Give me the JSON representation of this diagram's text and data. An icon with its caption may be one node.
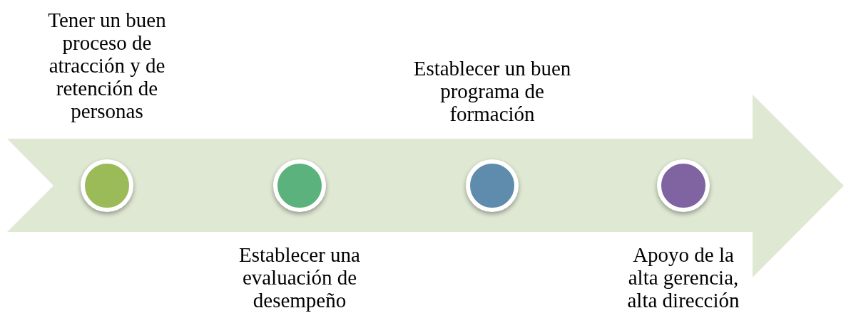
{
  "diagram": {
    "nodes": [
      {
        "text": [],
        "shape": "circle",
        "beside": [
          "Tener un buen proceso de atracción y de retención de personas"
        ]
      },
      {
        "text": [],
        "shape": "circle",
        "beside": [
          "Establecer una evaluación de desempeño"
        ]
      },
      {
        "text": [],
        "shape": "circle",
        "beside": [
          "Establecer un buen programa de formación"
        ]
      },
      {
        "text": [],
        "shape": "circle",
        "beside": [
          "Apoyo de la alta gerencia, alta dirección"
        ]
      }
    ]
  }
}
